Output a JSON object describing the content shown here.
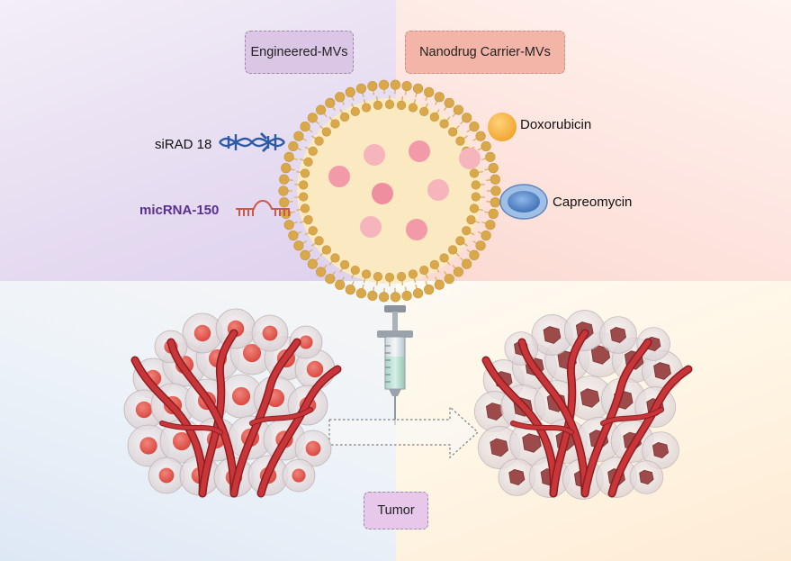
{
  "labels": {
    "engineered": "Engineered-MVs",
    "nanodrug": "Nanodrug Carrier-MVs",
    "sirad": "siRAD 18",
    "micrna": "micRNA-150",
    "doxorubicin": "Doxorubicin",
    "capreomycin": "Capreomycin",
    "tumor": "Tumor"
  },
  "colors": {
    "lipid_head": "#d9a94c",
    "vesicle_fill": "#fbe7b9",
    "cargo_pink": "#f29aa8",
    "vessel_red": "#c0282c",
    "sirna_blue": "#2d5aa8",
    "micrna_red": "#c85a4a",
    "doxorubicin": "#f4b13a",
    "capreomycin": "#4e82c4"
  }
}
